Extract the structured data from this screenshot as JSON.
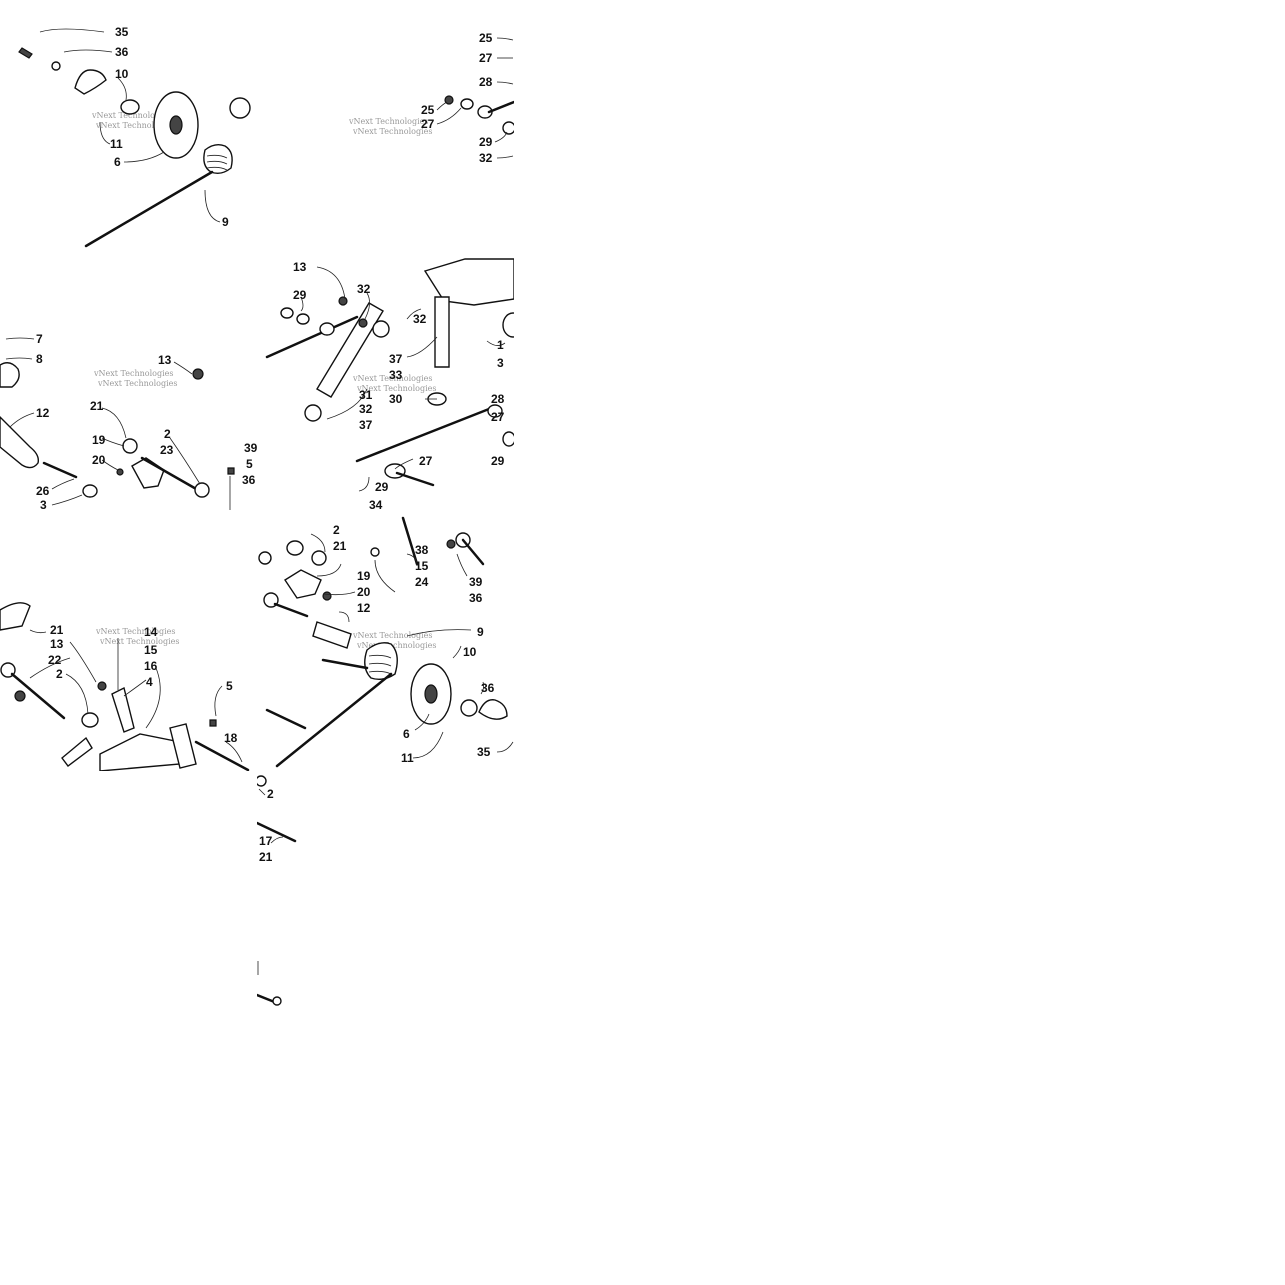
{
  "watermark": "vNext Technologies",
  "colors": {
    "ink": "#111111",
    "paper": "#ffffff",
    "watermark": "#777777"
  },
  "callouts": {
    "t1": [
      "35",
      "36",
      "10",
      "11",
      "6",
      "9"
    ],
    "t2": [
      "25",
      "27",
      "28",
      "25",
      "27",
      "29",
      "32"
    ],
    "t3": [
      "7",
      "8",
      "12",
      "26",
      "3"
    ],
    "t4": [
      "13",
      "21",
      "19",
      "20",
      "2",
      "23",
      "39",
      "5",
      "36"
    ],
    "t5": [
      "13",
      "29",
      "32",
      "32",
      "37",
      "33",
      "1",
      "3",
      "30",
      "31",
      "32",
      "37",
      "28",
      "27",
      "29",
      "27",
      "29",
      "34"
    ],
    "t6": [
      "21",
      "13",
      "22",
      "2",
      "14",
      "15",
      "16",
      "4",
      "5",
      "18"
    ],
    "t7": [
      "2",
      "21",
      "19",
      "20",
      "12",
      "38",
      "15",
      "24",
      "39",
      "36",
      "9",
      "10",
      "36",
      "6",
      "11",
      "35",
      "2",
      "17",
      "21"
    ]
  }
}
